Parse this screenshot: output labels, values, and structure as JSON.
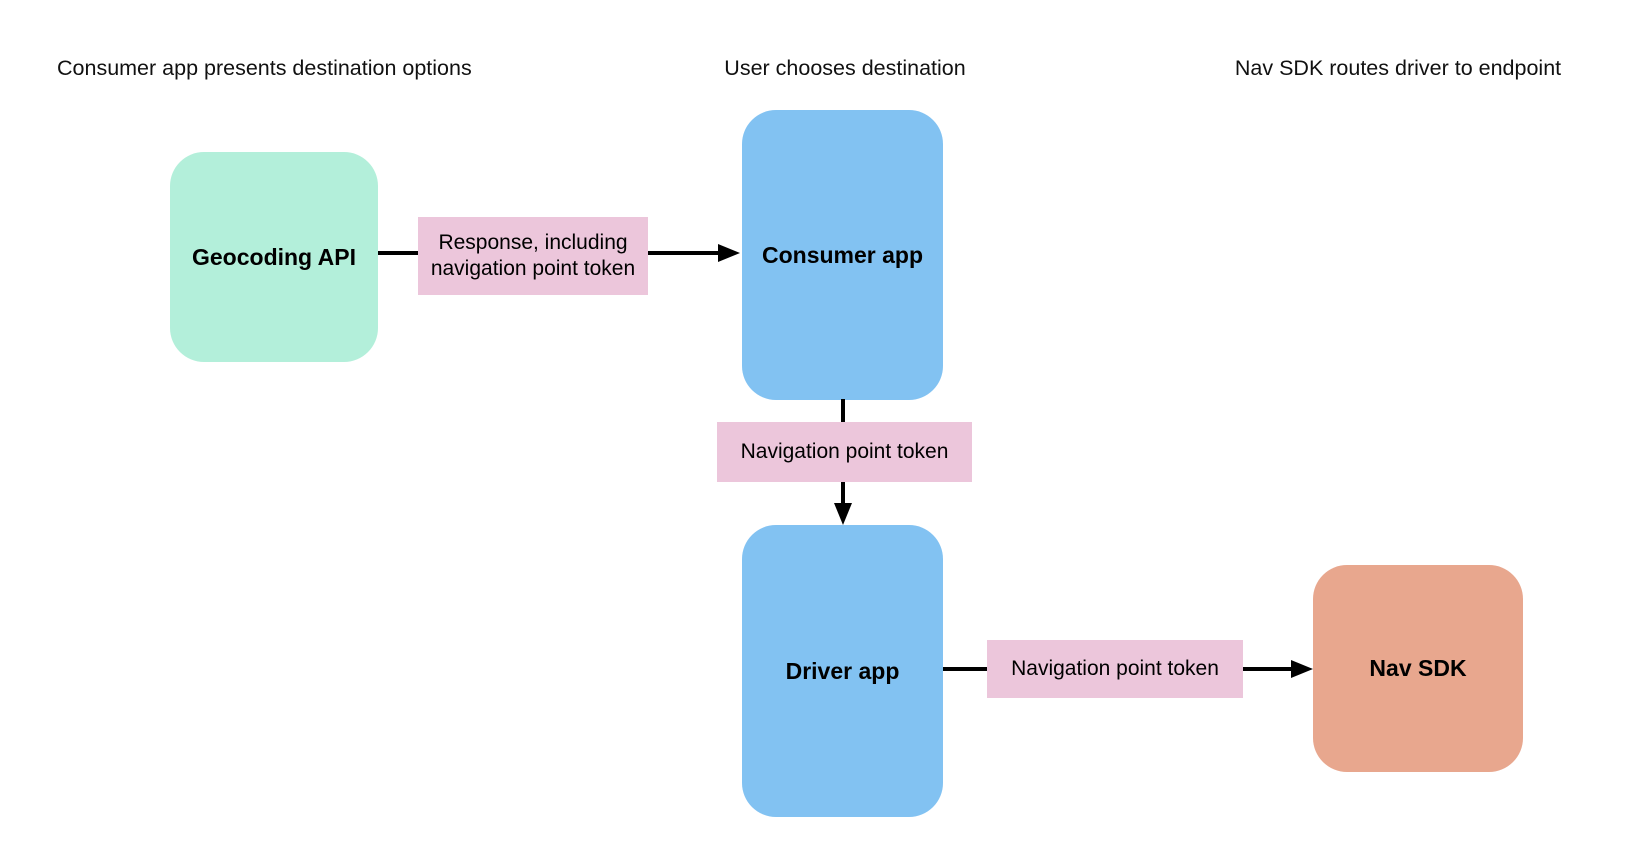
{
  "diagram": {
    "headers": [
      {
        "text": "Consumer app presents destination options"
      },
      {
        "text": "User chooses destination"
      },
      {
        "text": "Nav SDK routes driver to endpoint"
      }
    ],
    "nodes": {
      "geocoding": {
        "label": "Geocoding API"
      },
      "consumer": {
        "label": "Consumer app"
      },
      "driver": {
        "label": "Driver app"
      },
      "navsdk": {
        "label": "Nav SDK"
      }
    },
    "edge_labels": [
      {
        "text": "Response, including navigation point token"
      },
      {
        "text": "Navigation point token"
      },
      {
        "text": "Navigation point token"
      }
    ]
  },
  "colors": {
    "node_green": "#b3efda",
    "node_blue": "#82c2f2",
    "node_orange": "#e8a78e",
    "edge_label_pink": "#ecc6db",
    "connector": "#000000"
  }
}
